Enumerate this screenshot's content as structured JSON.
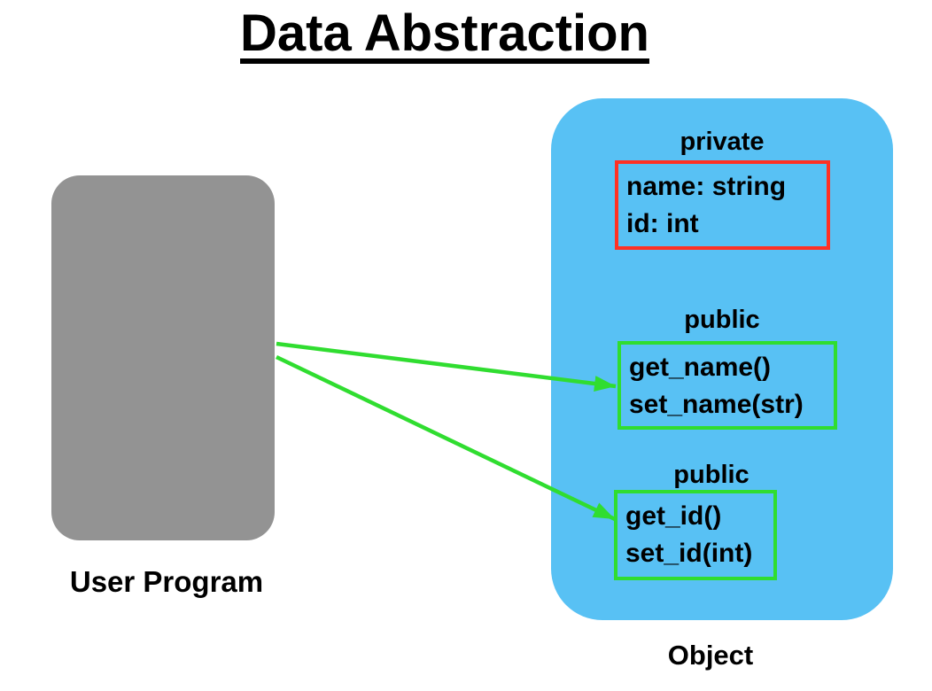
{
  "title": "Data Abstraction",
  "colors": {
    "background": "#ffffff",
    "object_fill": "#58C1F4",
    "user_program_fill": "#939393",
    "private_box_border": "#FF3124",
    "public_box_border": "#30DD30",
    "arrow": "#30DD30",
    "text": "#000000"
  },
  "user_program": {
    "label": "User Program"
  },
  "object": {
    "label": "Object",
    "private_section": {
      "access_label": "private",
      "members": [
        "name: string",
        "id: int"
      ]
    },
    "public_section_1": {
      "access_label": "public",
      "members": [
        "get_name()",
        "set_name(str)"
      ]
    },
    "public_section_2": {
      "access_label": "public",
      "members": [
        "get_id()",
        "set_id(int)"
      ]
    }
  }
}
